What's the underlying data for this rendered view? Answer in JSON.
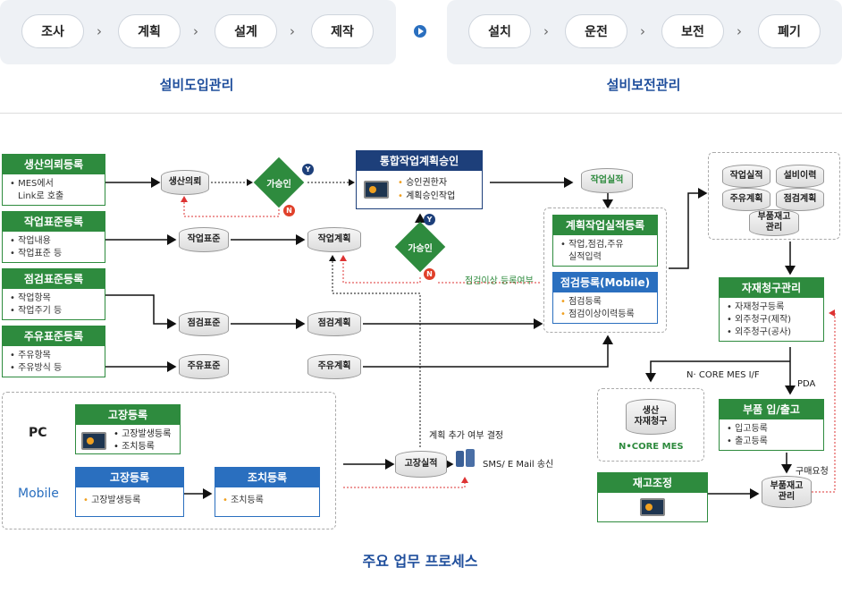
{
  "intro_phase": {
    "steps": [
      "조사",
      "계획",
      "설계",
      "제작"
    ],
    "label": "설비도입관리"
  },
  "maint_phase": {
    "steps": [
      "설치",
      "운전",
      "보전",
      "폐기"
    ],
    "label": "설비보전관리"
  },
  "colors": {
    "green": "#2e8b3e",
    "blue": "#2a6fbf",
    "navy": "#1d3f7a",
    "red": "#e0402a"
  },
  "left_boxes": [
    {
      "title": "생산의뢰등록",
      "items": [
        "MES에서",
        "Link로 호출"
      ]
    },
    {
      "title": "작업표준등록",
      "items": [
        "작업내용",
        "작업표준 등"
      ]
    },
    {
      "title": "점검표준등록",
      "items": [
        "작업항목",
        "작업주기 등"
      ]
    },
    {
      "title": "주유표준등록",
      "items": [
        "주유항목",
        "주유방식 등"
      ]
    }
  ],
  "cylinders": {
    "production_request": "생산의뢰",
    "work_standard": "작업표준",
    "work_plan": "작업계획",
    "inspection_standard": "점검표준",
    "inspection_plan": "점검계획",
    "lubrication_standard": "주유표준",
    "lubrication_plan": "주유계획",
    "work_result": "작업실적",
    "failure_result": "고장실적",
    "parts_stock": "부품재고\n관리",
    "parts_stock2": "부품재고\n관리",
    "production_request2": "생산\n자재청구"
  },
  "approval1": {
    "label": "가승인",
    "yes": "Y",
    "no": "N"
  },
  "approval2": {
    "label": "가승인",
    "yes": "Y",
    "no": "N"
  },
  "integrated": {
    "title": "통합작업계획승인",
    "items": [
      "승인권한자",
      "계획승인작업"
    ]
  },
  "plan_result": {
    "title": "계획작업실적등록",
    "items": [
      "작업,점검,주유",
      "실적입력"
    ]
  },
  "inspection_mobile": {
    "title": "점검등록(Mobile)",
    "items": [
      "점검등록",
      "점검이상이력등록"
    ]
  },
  "inspection_note": "점검이상 등록여부",
  "right_cluster": {
    "items": [
      "작업실적",
      "설비이력",
      "주유계획",
      "점검계획"
    ],
    "stock": "부품재고\n관리"
  },
  "material_request": {
    "title": "자재청구관리",
    "items": [
      "자재청구등록",
      "외주청구(제작)",
      "외주청구(공사)"
    ]
  },
  "ncore_if": "N· CORE MES I/F",
  "pda": "PDA",
  "ncore_box": "N•CORE MES",
  "parts_io": {
    "title": "부품 입/출고",
    "items": [
      "입고등록",
      "출고등록"
    ]
  },
  "purchase_req": "구매요청",
  "stock_adjust": {
    "title": "재고조정"
  },
  "failure_pc": {
    "section": "PC",
    "title": "고장등록",
    "items": [
      "고장발생등록",
      "조치등록"
    ]
  },
  "failure_mobile": {
    "section": "Mobile",
    "title": "고장등록",
    "items": [
      "고장발생등록"
    ]
  },
  "action_mobile": {
    "title": "조치등록",
    "items": [
      "조치등록"
    ]
  },
  "plan_add_note": "계획 추가 여부 결정",
  "sms_note": "SMS/ E Mail 송신",
  "caption": "주요 업무 프로세스"
}
